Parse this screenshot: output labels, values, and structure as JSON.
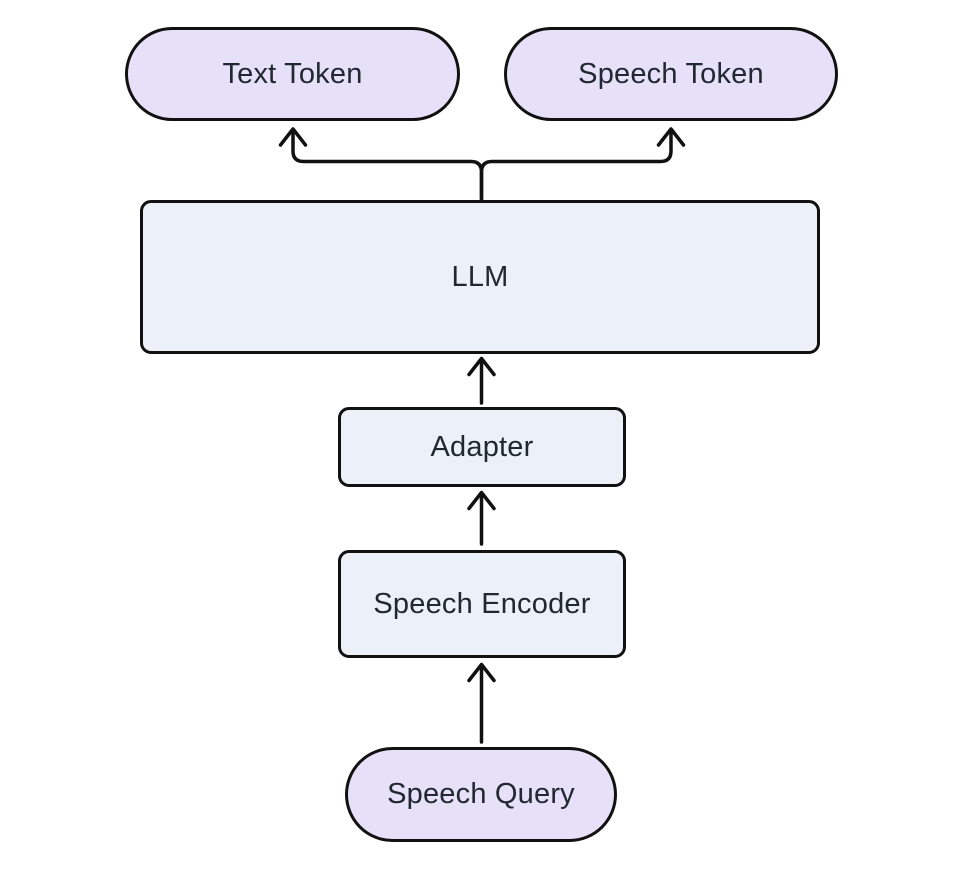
{
  "diagram": {
    "type": "flowchart",
    "direction": "bottom-to-top",
    "nodes": {
      "text_token": {
        "label": "Text Token",
        "shape": "pill"
      },
      "speech_token": {
        "label": "Speech Token",
        "shape": "pill"
      },
      "llm": {
        "label": "LLM",
        "shape": "box"
      },
      "adapter": {
        "label": "Adapter",
        "shape": "box"
      },
      "speech_encoder": {
        "label": "Speech Encoder",
        "shape": "box"
      },
      "speech_query": {
        "label": "Speech Query",
        "shape": "pill"
      }
    },
    "edges": [
      {
        "from": "speech_query",
        "to": "speech_encoder"
      },
      {
        "from": "speech_encoder",
        "to": "adapter"
      },
      {
        "from": "adapter",
        "to": "llm"
      },
      {
        "from": "llm",
        "to": "text_token"
      },
      {
        "from": "llm",
        "to": "speech_token"
      }
    ],
    "colors": {
      "pill_fill": "#e6e1f8",
      "box_fill": "#ecf1f9",
      "border": "#111111",
      "arrow": "#111111",
      "text": "#222831",
      "background": "#ffffff"
    }
  }
}
